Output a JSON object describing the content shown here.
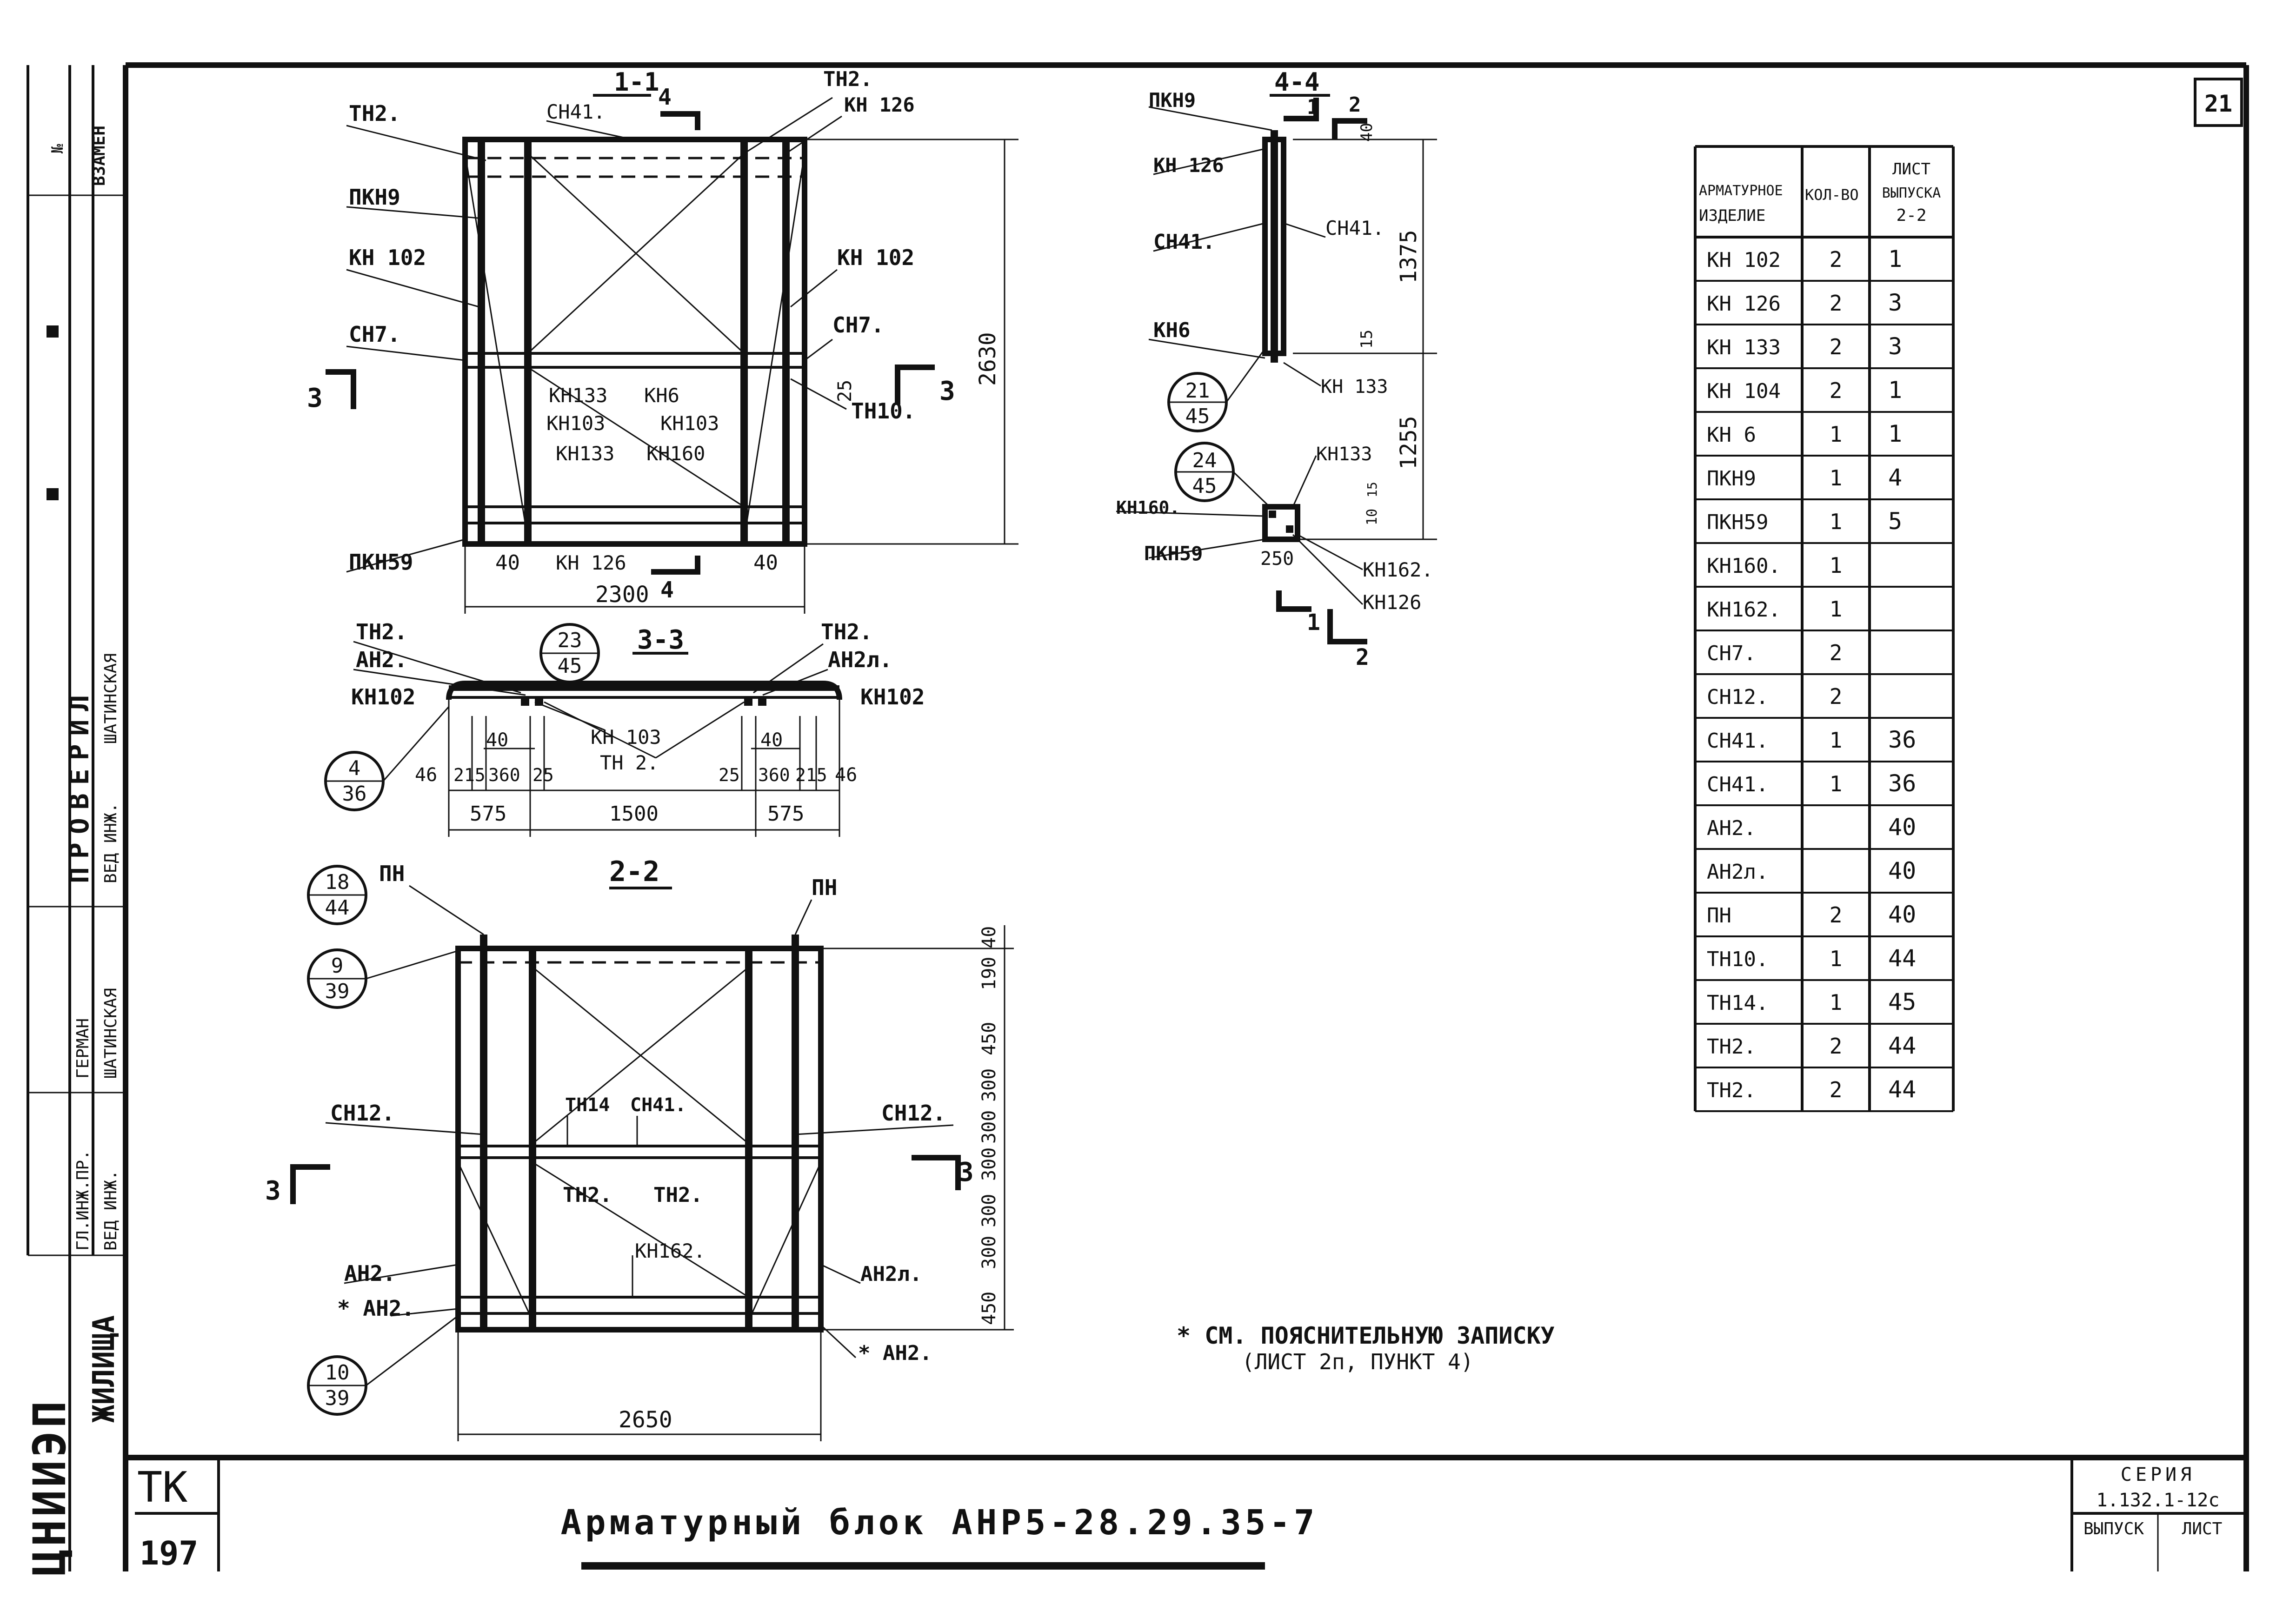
{
  "sheet_number": "21",
  "side_stamp": {
    "vzamen": "ВЗАМЕН",
    "no": "№",
    "proveril": "ПРОВЕРИЛ",
    "ved_inzh_1": "ВЕД ИНЖ.",
    "shatinskaya_1": "ШАТИНСКАЯ",
    "german": "ГЕРМАН",
    "shatinskaya_2": "ШАТИНСКАЯ",
    "gl_inzh_pr": "ГЛ.ИНЖ.ПР.",
    "ved_inzh_2": "ВЕД ИНЖ.",
    "zhilishcha": "ЖИЛИЩА",
    "org": "ЦНИИЭП"
  },
  "title_block": {
    "tk": "ТК",
    "tk_number": "197",
    "title": "Арматурный блок АНР5-28.29.35-7",
    "series_label": "СЕРИЯ",
    "series_value": "1.132.1-12с",
    "issue_label": "ВЫПУСК",
    "sheet_label": "ЛИСТ"
  },
  "note": {
    "line1": "* СМ. ПОЯСНИТЕЛЬНУЮ ЗАПИСКУ",
    "line2": "(ЛИСТ 2п, ПУНКТ 4)"
  },
  "table": {
    "headers": [
      "АРМАТУРНОЕ ИЗДЕЛИЕ",
      "КОЛ-ВО",
      "ЛИСТ ВЫПУСКА 2-2"
    ],
    "rows": [
      [
        "КН 102",
        "2",
        "1"
      ],
      [
        "КН 126",
        "2",
        "3"
      ],
      [
        "КН 133",
        "2",
        "3"
      ],
      [
        "КН 104",
        "2",
        "1"
      ],
      [
        "КН 6",
        "1",
        "1"
      ],
      [
        "ПКН9",
        "1",
        "4"
      ],
      [
        "ПКН59",
        "1",
        "5"
      ],
      [
        "КН160.",
        "1",
        ""
      ],
      [
        "КН162.",
        "1",
        ""
      ],
      [
        "СН7.",
        "2",
        ""
      ],
      [
        "СН12.",
        "2",
        ""
      ],
      [
        "СН41.",
        "1",
        "36"
      ],
      [
        "СН41.",
        "1",
        "36"
      ],
      [
        "АН2.",
        "",
        "40"
      ],
      [
        "АН2л.",
        "",
        "40"
      ],
      [
        "ПН",
        "2",
        "40"
      ],
      [
        "ТН10.",
        "1",
        "44"
      ],
      [
        "ТН14.",
        "1",
        "45"
      ],
      [
        "ТН2.",
        "2",
        "44"
      ],
      [
        "ТН2.",
        "2",
        "44"
      ]
    ]
  },
  "view_1_1": {
    "title": "1-1",
    "cut_4": "4",
    "labels": {
      "tn2_l": "ТН2.",
      "sn41": "СН41.",
      "tn2_r": "ТН2.",
      "kn126_r": "КН 126",
      "pkn9": "ПКН9",
      "kn102_l": "КН 102",
      "kn102_r": "КН 102",
      "sn7_l": "СН7.",
      "sn7_r": "СН7.",
      "tn10": "ТН10.",
      "kn133_a": "КН133",
      "kn6": "КН6",
      "kn103_a": "КН103",
      "kn103_b": "КН103",
      "kn133_b": "КН133",
      "kn160": "КН160",
      "pkn59": "ПКН59",
      "kn126_b": "КН 126"
    },
    "dims": {
      "h": "2630",
      "w": "2300",
      "d40a": "40",
      "d40b": "40",
      "d25": "25"
    },
    "section_3": "3"
  },
  "view_4_4": {
    "title": "4-4",
    "labels": {
      "pkn9": "ПКН9",
      "kn126": "КН 126",
      "sn41_l": "СН41.",
      "sn41_r": "СН41.",
      "kn6": "КН6",
      "kn133_a": "КН 133",
      "kn133_b": "КН133",
      "kn160": "КН160.",
      "pkn59": "ПКН59",
      "kn162": "КН162.",
      "kn126_b": "КН126"
    },
    "dims": {
      "d1375": "1375",
      "d1255": "1255",
      "d40": "40",
      "d15": "15",
      "d250": "250",
      "d10": "10",
      "d15b": "15"
    },
    "cut_1": "1",
    "cut_2": "2",
    "ref_21_45": {
      "top": "21",
      "bottom": "45"
    },
    "ref_24_45": {
      "top": "24",
      "bottom": "45"
    }
  },
  "view_3_3": {
    "title": "3-3",
    "labels": {
      "tn2_la": "ТН2.",
      "an2": "АН2.",
      "kn102_l": "КН102",
      "tn2_ra": "ТН2.",
      "an2l": "АН2л.",
      "kn102_r": "КН102",
      "kn103": "КН 103",
      "tn2_c": "ТН 2."
    },
    "ref_23_45": {
      "top": "23",
      "bottom": "45"
    },
    "ref_4_36": {
      "top": "4",
      "bottom": "36"
    },
    "dims": {
      "d40l": "40",
      "d40r": "40",
      "d46l": "46",
      "d215l": "215",
      "d360l": "360",
      "d25l": "25",
      "d25r": "25",
      "d360r": "360",
      "d215r": "215",
      "d46r": "46",
      "d575l": "575",
      "d1500": "1500",
      "d575r": "575"
    }
  },
  "view_2_2": {
    "title": "2-2",
    "labels": {
      "pn_l": "ПН",
      "pn_r": "ПН",
      "sn12_l": "СН12.",
      "sn12_r": "СН12.",
      "tn14": "ТН14",
      "sn41": "СН41.",
      "tn2_l": "ТН2.",
      "tn2_r": "ТН2.",
      "kn162": "КН162.",
      "an2": "АН2.",
      "an2_star_l": "* АН2.",
      "an2l": "АН2л.",
      "an2_star_r": "* АН2."
    },
    "ref_18_44": {
      "top": "18",
      "bottom": "44"
    },
    "ref_9_39": {
      "top": "9",
      "bottom": "39"
    },
    "ref_10_39": {
      "top": "10",
      "bottom": "39"
    },
    "dims": {
      "w": "2650",
      "v40": "40",
      "v190": "190",
      "v450a": "450",
      "v300a": "300",
      "v300b": "300",
      "v300c": "300",
      "v300d": "300",
      "v300e": "300",
      "v450b": "450"
    },
    "section_3l": "3",
    "section_3r": "3"
  }
}
